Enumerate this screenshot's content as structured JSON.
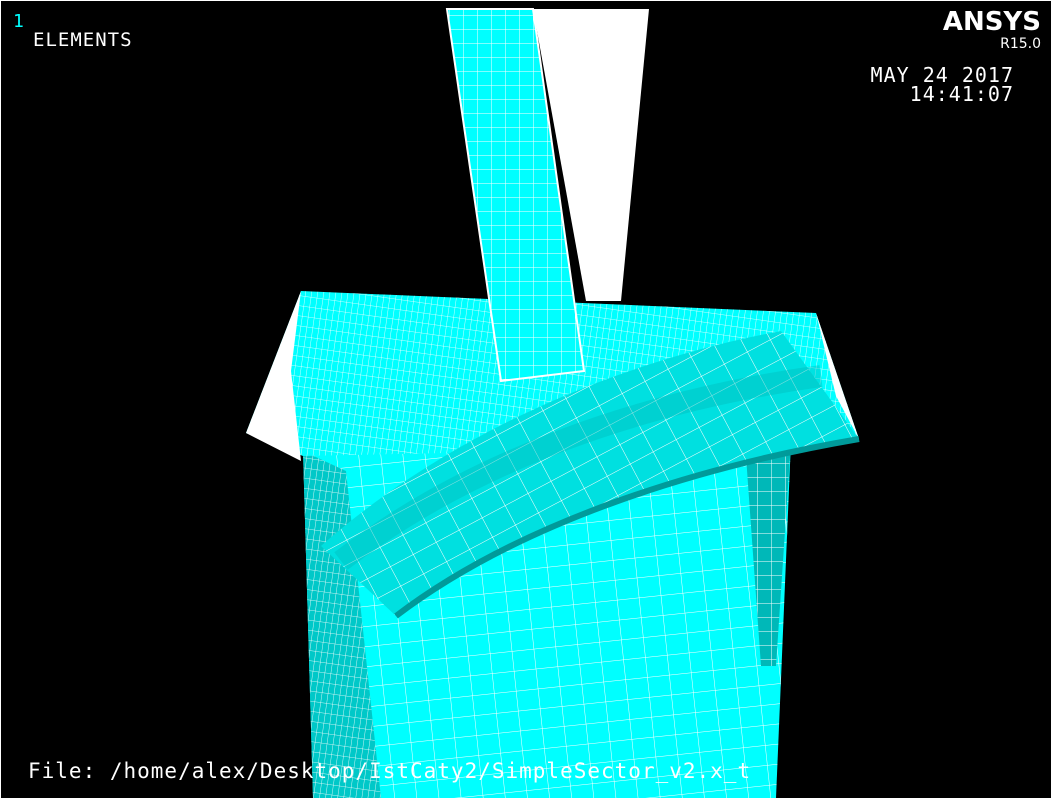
{
  "window": {
    "number": "1",
    "title": "ELEMENTS"
  },
  "branding": {
    "logo": "ANSYS",
    "version": "R15.0"
  },
  "timestamp": {
    "date": "MAY 24 2017",
    "time": "14:41:07"
  },
  "footer": {
    "file_path": "File: /home/alex/Desktop/IstCaty2/SimpleSector_v2.x_t"
  },
  "colors": {
    "background": "#000000",
    "mesh_fill": "#00ffff",
    "mesh_fill_dark": "#00d0d0",
    "mesh_line": "#ffffff",
    "window_number": "#00ffff"
  }
}
